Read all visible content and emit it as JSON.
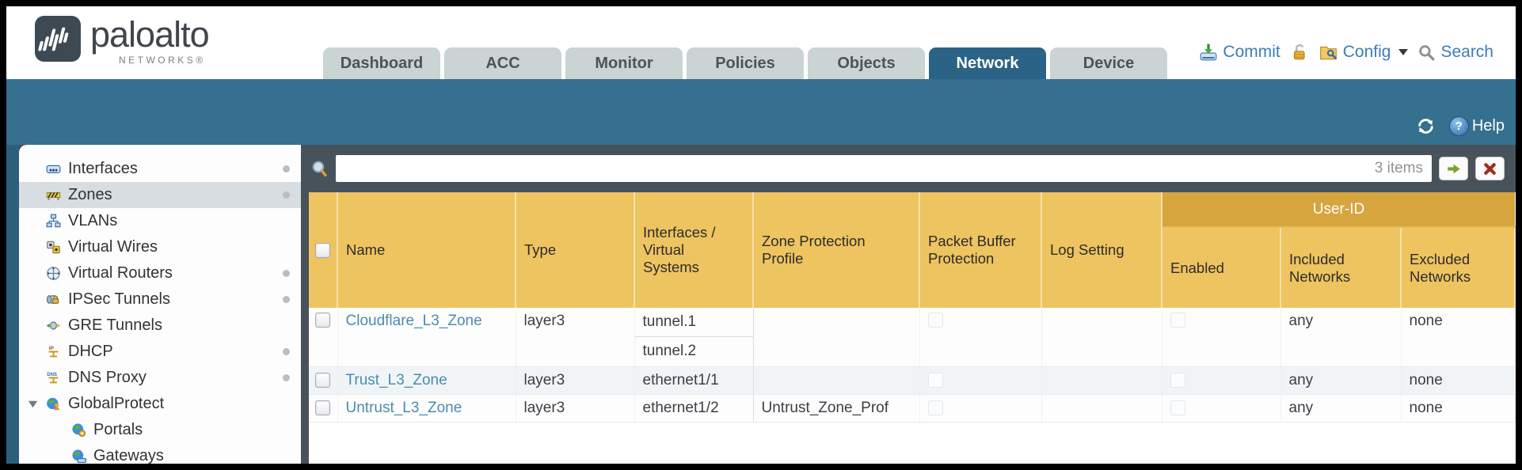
{
  "brand": {
    "name": "paloalto",
    "subtitle": "NETWORKS®"
  },
  "header": {
    "tabs": [
      {
        "label": "Dashboard",
        "active": false
      },
      {
        "label": "ACC",
        "active": false
      },
      {
        "label": "Monitor",
        "active": false
      },
      {
        "label": "Policies",
        "active": false
      },
      {
        "label": "Objects",
        "active": false
      },
      {
        "label": "Network",
        "active": true
      },
      {
        "label": "Device",
        "active": false
      }
    ],
    "actions": {
      "commit": "Commit",
      "config": "Config",
      "search": "Search"
    }
  },
  "toolbar": {
    "help": "Help"
  },
  "sidebar": {
    "items": [
      {
        "label": "Interfaces",
        "icon": "interfaces-icon",
        "has_dot": true,
        "selected": false
      },
      {
        "label": "Zones",
        "icon": "zones-icon",
        "has_dot": true,
        "selected": true
      },
      {
        "label": "VLANs",
        "icon": "vlans-icon",
        "has_dot": false,
        "selected": false
      },
      {
        "label": "Virtual Wires",
        "icon": "virtual-wires-icon",
        "has_dot": false,
        "selected": false
      },
      {
        "label": "Virtual Routers",
        "icon": "virtual-routers-icon",
        "has_dot": true,
        "selected": false
      },
      {
        "label": "IPSec Tunnels",
        "icon": "ipsec-tunnels-icon",
        "has_dot": true,
        "selected": false
      },
      {
        "label": "GRE Tunnels",
        "icon": "gre-tunnels-icon",
        "has_dot": false,
        "selected": false
      },
      {
        "label": "DHCP",
        "icon": "dhcp-icon",
        "has_dot": true,
        "selected": false
      },
      {
        "label": "DNS Proxy",
        "icon": "dns-proxy-icon",
        "has_dot": true,
        "selected": false
      },
      {
        "label": "GlobalProtect",
        "icon": "globalprotect-icon",
        "has_dot": false,
        "selected": false,
        "expanded": true
      },
      {
        "label": "Portals",
        "icon": "portals-icon",
        "has_dot": false,
        "selected": false,
        "child": true
      },
      {
        "label": "Gateways",
        "icon": "gateways-icon",
        "has_dot": false,
        "selected": false,
        "child": true
      }
    ]
  },
  "filterbar": {
    "value": "",
    "count": "3 items"
  },
  "table": {
    "group_header": "User-ID",
    "columns": {
      "name": "Name",
      "type": "Type",
      "interfaces": "Interfaces / Virtual Systems",
      "zone_protection_profile": "Zone Protection Profile",
      "packet_buffer_protection": "Packet Buffer Protection",
      "log_setting": "Log Setting",
      "enabled": "Enabled",
      "included_networks": "Included Networks",
      "excluded_networks": "Excluded Networks"
    },
    "rows": [
      {
        "name": "Cloudflare_L3_Zone",
        "type": "layer3",
        "interfaces": [
          "tunnel.1",
          "tunnel.2"
        ],
        "zone_protection_profile": "",
        "log_setting": "",
        "included_networks": "any",
        "excluded_networks": "none"
      },
      {
        "name": "Trust_L3_Zone",
        "type": "layer3",
        "interfaces": [
          "ethernet1/1"
        ],
        "zone_protection_profile": "",
        "log_setting": "",
        "included_networks": "any",
        "excluded_networks": "none"
      },
      {
        "name": "Untrust_L3_Zone",
        "type": "layer3",
        "interfaces": [
          "ethernet1/2"
        ],
        "zone_protection_profile": "Untrust_Zone_Prof",
        "log_setting": "",
        "included_networks": "any",
        "excluded_networks": "none"
      }
    ]
  },
  "colors": {
    "teal_band": "#35708f",
    "tab_active": "#2b6386",
    "table_header": "#eec460",
    "table_group_header": "#d6a53e",
    "link": "#4a8cad",
    "searchrow_bg": "#48525a"
  }
}
